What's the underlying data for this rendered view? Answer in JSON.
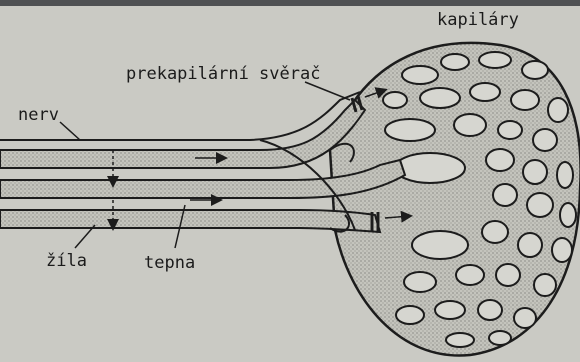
{
  "diagram": {
    "labels": {
      "capillaries": "kapiláry",
      "sphincter": "prekapilární svěrač",
      "nerve": "nerv",
      "vein": "žíla",
      "artery": "tepna"
    },
    "colors": {
      "paper": "#c9c9c3",
      "ink": "#1c1c1c",
      "vessel_fill": "#bdbdb6",
      "background": "#56585a"
    }
  }
}
